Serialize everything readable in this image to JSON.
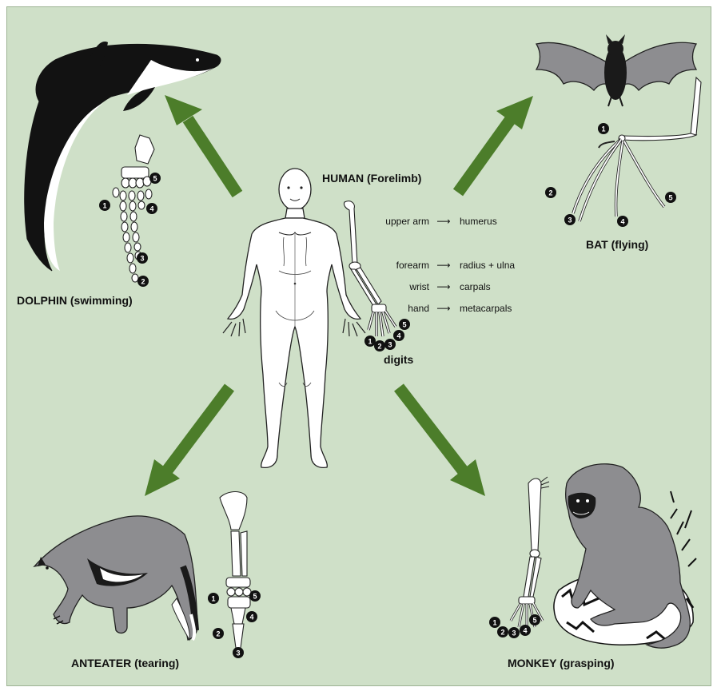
{
  "title": "HUMAN (Forelimb)",
  "human_mapping": [
    {
      "part": "upper arm",
      "bone": "humerus"
    },
    {
      "part": "forearm",
      "bone": "radius + ulna"
    },
    {
      "part": "wrist",
      "bone": "carpals"
    },
    {
      "part": "hand",
      "bone": "metacarpals"
    }
  ],
  "digits_label": "digits",
  "animals": {
    "dolphin": {
      "label": "DOLPHIN (swimming)"
    },
    "bat": {
      "label": "BAT (flying)"
    },
    "anteater": {
      "label": "ANTEATER (tearing)"
    },
    "monkey": {
      "label": "MONKEY (grasping)"
    }
  },
  "digit_numbers": [
    "1",
    "2",
    "3",
    "4",
    "5"
  ],
  "arrow_symbol": "⟶",
  "colors": {
    "background": "#cfe0c8",
    "arrow": "#4c7d2a",
    "animal_gray": "#8d8d90",
    "ink": "#111111"
  }
}
